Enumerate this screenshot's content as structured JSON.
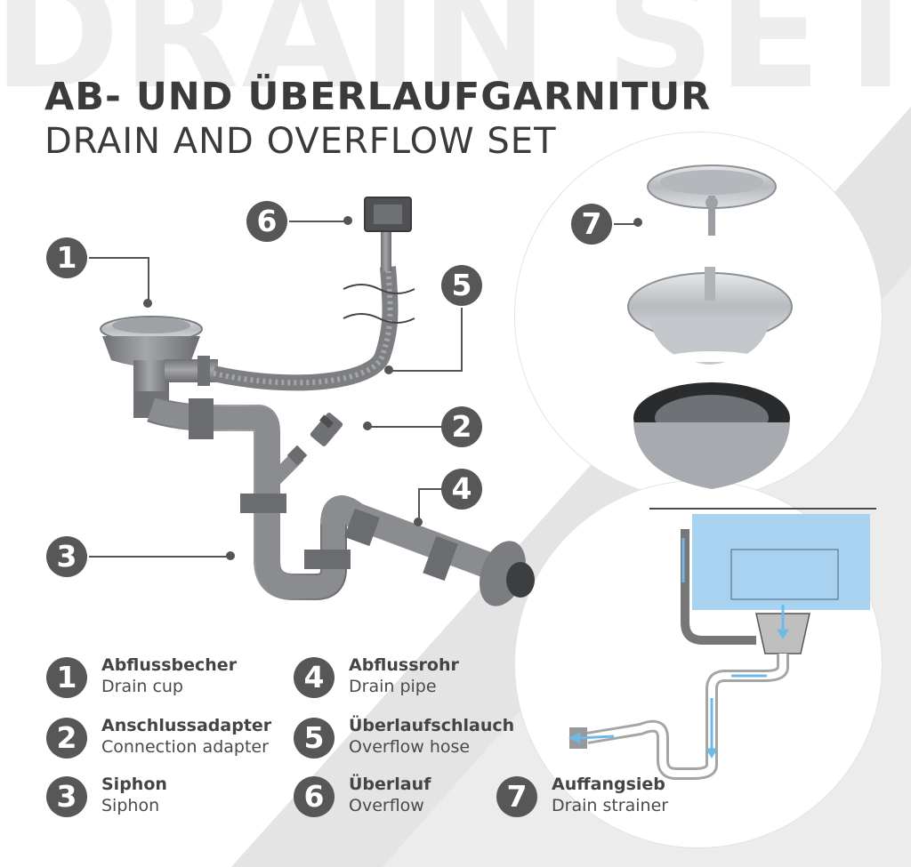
{
  "background_word": "DRAIN SET",
  "title_de": "AB- UND ÜBERLAUFGARNITUR",
  "title_en": "DRAIN AND OVERFLOW SET",
  "callouts": [
    {
      "num": "1"
    },
    {
      "num": "2"
    },
    {
      "num": "3"
    },
    {
      "num": "4"
    },
    {
      "num": "5"
    },
    {
      "num": "6"
    },
    {
      "num": "7"
    }
  ],
  "legend": [
    {
      "num": "1",
      "de": "Abflussbecher",
      "en": "Drain cup"
    },
    {
      "num": "2",
      "de": "Anschlussadapter",
      "en": "Connection adapter"
    },
    {
      "num": "3",
      "de": "Siphon",
      "en": "Siphon"
    },
    {
      "num": "4",
      "de": "Abflussrohr",
      "en": "Drain pipe"
    },
    {
      "num": "5",
      "de": "Überlaufschlauch",
      "en": "Overflow hose"
    },
    {
      "num": "6",
      "de": "Überlauf",
      "en": "Overflow"
    },
    {
      "num": "7",
      "de": "Auffangsieb",
      "en": "Drain strainer"
    }
  ],
  "colors": {
    "badge": "#575757",
    "pipe": "#8a8c8f",
    "water": "#a8d3f0",
    "flow_arrow": "#6fb8e8",
    "steel": "#c9ccd0"
  }
}
